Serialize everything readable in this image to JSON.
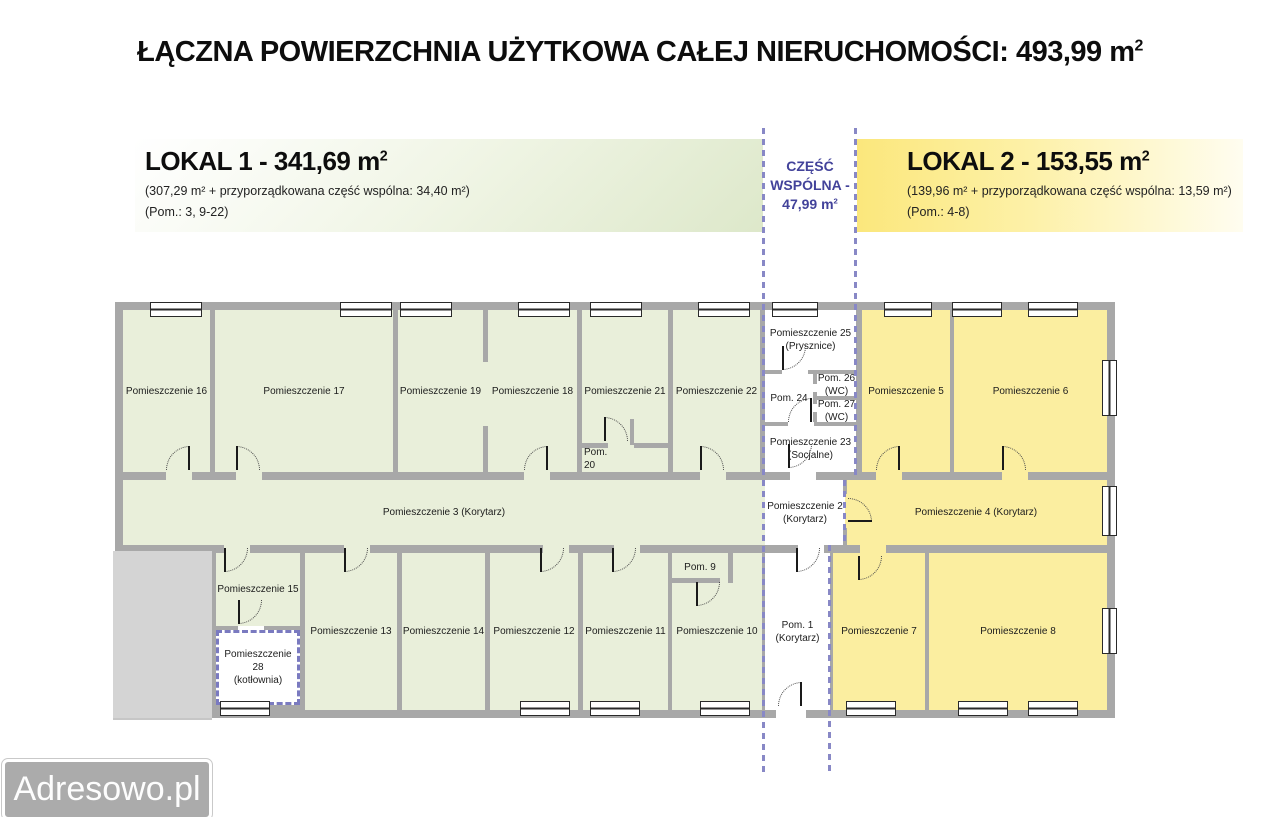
{
  "header": {
    "title": "ŁĄCZNA POWIERZCHNIA UŻYTKOWA CAŁEJ NIERUCHOMOŚCI: 493,99 m",
    "title_sup": "2"
  },
  "lokal1": {
    "name": "LOKAL 1 - 341,69 m",
    "sup": "2",
    "detail": "(307,29 m² + przyporządkowana część wspólna: 34,40 m²)",
    "rooms_note": "(Pom.: 3, 9-22)"
  },
  "lokal2": {
    "name": "LOKAL 2 - 153,55 m",
    "sup": "2",
    "detail": "(139,96 m² + przyporządkowana część wspólna: 13,59 m²)",
    "rooms_note": "(Pom.: 4-8)"
  },
  "common_area": {
    "line1": "CZĘŚĆ",
    "line2": "WSPÓLNA -",
    "line3": "47,99 m",
    "sup": "2"
  },
  "plan": {
    "rooms": {
      "r16": {
        "label": "Pomieszczenie 16"
      },
      "r17": {
        "label": "Pomieszczenie 17"
      },
      "r19": {
        "label": "Pomieszczenie 19"
      },
      "r18": {
        "label": "Pomieszczenie 18"
      },
      "r21": {
        "label": "Pomieszczenie 21"
      },
      "r20": {
        "label": "Pom.\n20"
      },
      "r22": {
        "label": "Pomieszczenie 22"
      },
      "r25": {
        "label": "Pomieszczenie 25\n(Prysznice)"
      },
      "r24": {
        "label": "Pom. 24"
      },
      "r26": {
        "label": "Pom. 26\n(WC)"
      },
      "r27": {
        "label": "Pom. 27\n(WC)"
      },
      "r23": {
        "label": "Pomieszczenie 23\n(Socjalne)"
      },
      "r5": {
        "label": "Pomieszczenie 5"
      },
      "r6": {
        "label": "Pomieszczenie 6"
      },
      "r3": {
        "label": "Pomieszczenie 3 (Korytarz)"
      },
      "r2": {
        "label": "Pomieszczenie 2\n(Korytarz)"
      },
      "r4": {
        "label": "Pomieszczenie 4 (Korytarz)"
      },
      "r15": {
        "label": "Pomieszczenie 15"
      },
      "r28": {
        "label": "Pomieszczenie 28\n(kotłownia)"
      },
      "r13": {
        "label": "Pomieszczenie 13"
      },
      "r14": {
        "label": "Pomieszczenie 14"
      },
      "r12": {
        "label": "Pomieszczenie 12"
      },
      "r11": {
        "label": "Pomieszczenie 11"
      },
      "r10": {
        "label": "Pomieszczenie 10"
      },
      "r9": {
        "label": "Pom. 9"
      },
      "r1": {
        "label": "Pom. 1\n(Korytarz)"
      },
      "r7": {
        "label": "Pomieszczenie 7"
      },
      "r8": {
        "label": "Pomieszczenie 8"
      }
    }
  },
  "watermark": {
    "text": "Adresowo.pl"
  },
  "colors": {
    "lokal1_fill": "#e9efda",
    "lokal2_fill": "#fbeea0",
    "common_fill": "#ffffff",
    "wall": "#a8a8a8",
    "outside": "#d4d4d4",
    "boundary": "#8888c6",
    "common_text": "#42429a",
    "excluded_border": "#7a7ac0"
  }
}
